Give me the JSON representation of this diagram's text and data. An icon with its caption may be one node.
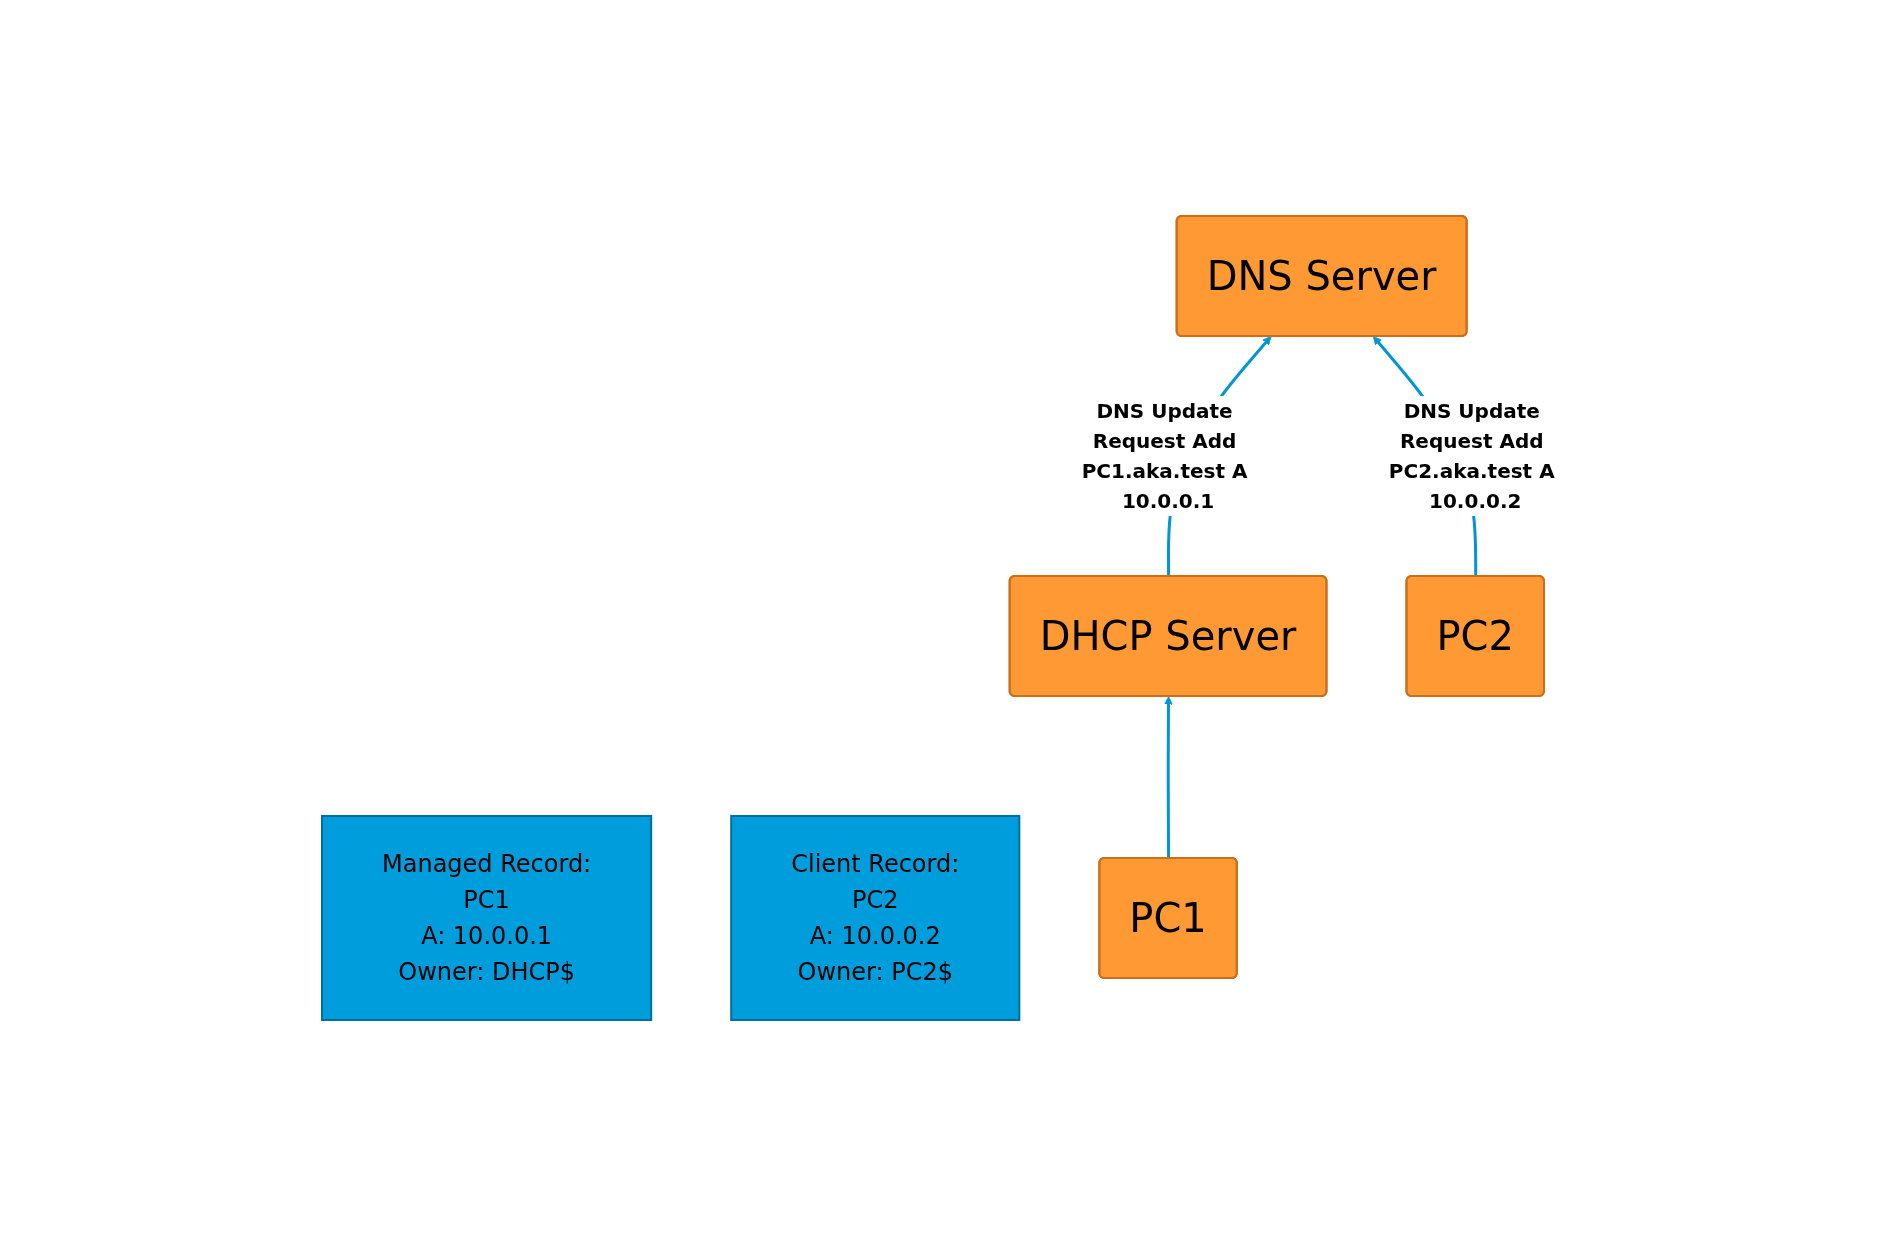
{
  "diagram": {
    "nodes": [
      {
        "text": [
          "DNS Server"
        ]
      },
      {
        "text": [
          "Managed Record:",
          "PC1",
          "A: 10.0.0.1",
          "Owner: DHCP$"
        ]
      },
      {
        "text": [
          "Client Record:",
          "PC2",
          "A: 10.0.0.2",
          "Owner: PC2$"
        ]
      },
      {
        "text": [
          "DHCP Server"
        ]
      },
      {
        "text": [
          "PC2"
        ]
      },
      {
        "text": [
          "PC1"
        ]
      }
    ],
    "edges": [
      {
        "from": 3,
        "to": 0,
        "arrow": "to",
        "label": "DNS Update Request Add PC1.aka.test A 10.0.0.1"
      },
      {
        "from": 4,
        "to": 0,
        "arrow": "to",
        "label": "DNS Update Request Add PC2.aka.test A 10.0.0.2"
      },
      {
        "from": 5,
        "to": 3,
        "arrow": "to"
      }
    ]
  }
}
